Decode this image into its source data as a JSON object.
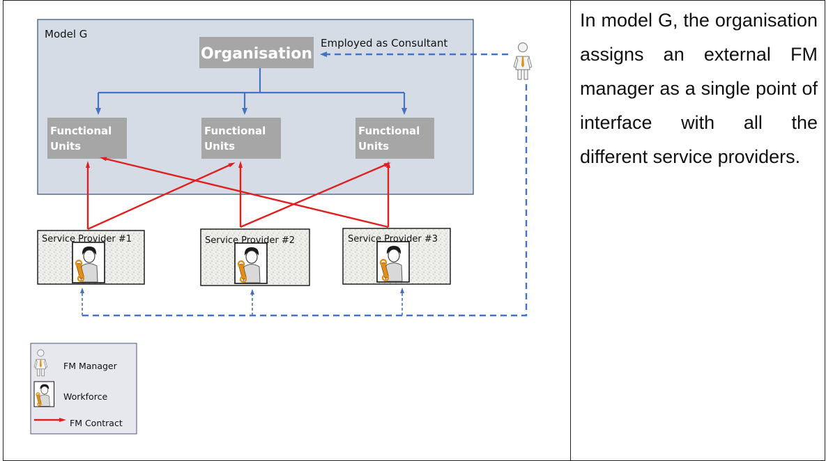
{
  "diagram": {
    "model_label": "Model G",
    "organisation_label": "Organisation",
    "consultant_label": "Employed as Consultant",
    "functional_units": [
      {
        "line1": "Functional",
        "line2": "Units"
      },
      {
        "line1": "Functional",
        "line2": "Units"
      },
      {
        "line1": "Functional",
        "line2": "Units"
      }
    ],
    "service_providers": [
      "Service Provider #1",
      "Service Provider #2",
      "Service Provider #3"
    ],
    "legend": {
      "fm_manager": "FM Manager",
      "workforce": "Workforce",
      "fm_contract": "FM Contract"
    },
    "icons": {
      "fm_manager": "fm-manager-person-icon",
      "workforce": "worker-with-wrench-icon"
    },
    "colors": {
      "model_box": "#d6dce6",
      "unit_box": "#a6a6a6",
      "contract_arrow": "#e02020",
      "hierarchy_arrow": "#4472c4",
      "dashed_line": "#4472c4"
    }
  },
  "description": "In model G, the organisation assigns an external FM manager as a single point of interface with all the different service providers."
}
